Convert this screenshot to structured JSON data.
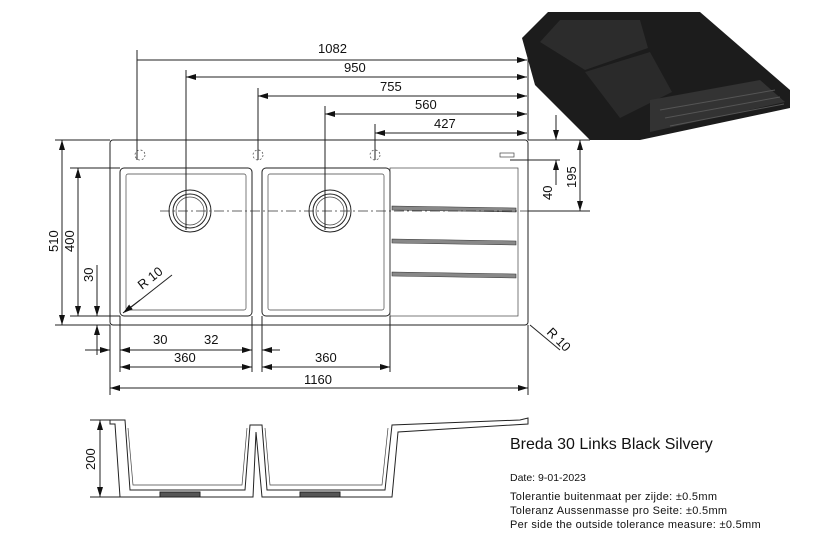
{
  "product": {
    "title": "Breda 30 Links Black Silvery",
    "date": "Date: 9-01-2023",
    "tolerances": [
      "Tolerantie buitenmaat per zijde: ±0.5mm",
      "Toleranz Aussenmasse pro Seite: ±0.5mm",
      "Per side the outside tolerance measure: ±0.5mm"
    ]
  },
  "dimensions": {
    "top": [
      "1082",
      "950",
      "755",
      "560",
      "427"
    ],
    "right": [
      "195",
      "40"
    ],
    "left": [
      "510",
      "400",
      "30"
    ],
    "radius_left": "R 10",
    "radius_right": "R 10",
    "bottom": {
      "edge": "30",
      "divider": "32",
      "bowl_left": "360",
      "bowl_right": "360",
      "total": "1160"
    },
    "section_height": "200"
  },
  "colors": {
    "line": "#222222",
    "product_render": "#1a1a1a"
  }
}
